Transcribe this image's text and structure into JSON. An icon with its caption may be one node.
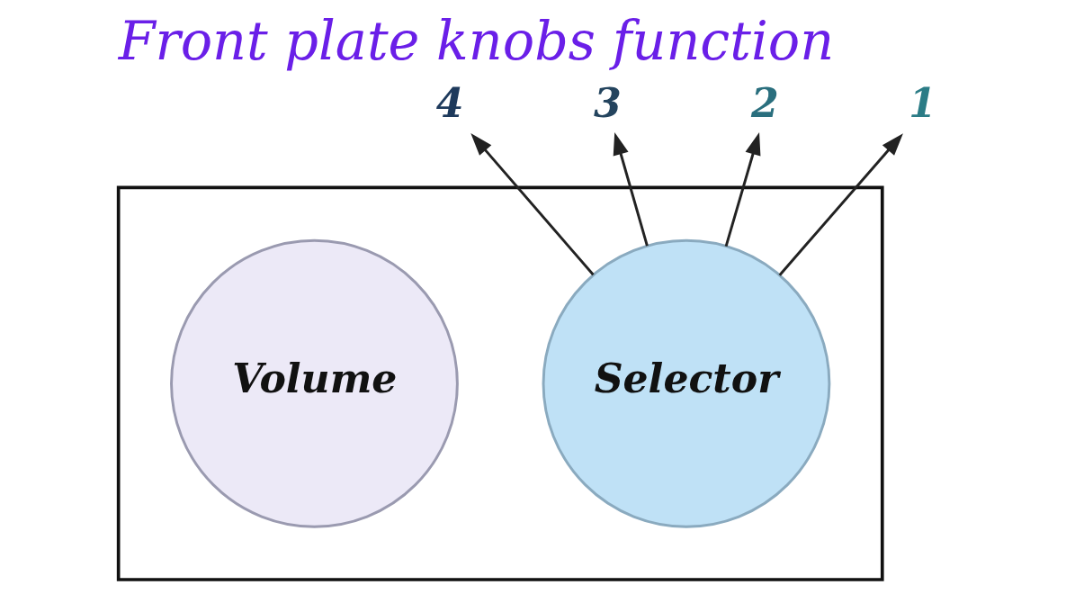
{
  "diagram": {
    "title": "Front plate knobs function",
    "nodes": [
      {
        "text": [],
        "shape": "box"
      },
      {
        "text": [
          "Volume"
        ],
        "in": 0
      },
      {
        "text": [
          "Selector"
        ],
        "in": 0
      },
      {
        "text": [
          "4"
        ]
      },
      {
        "text": [
          "3"
        ]
      },
      {
        "text": [
          "2"
        ]
      },
      {
        "text": [
          "1"
        ]
      }
    ],
    "edges": [
      {
        "from": 2,
        "to": 3,
        "arrow": "to"
      },
      {
        "from": 2,
        "to": 4,
        "arrow": "to"
      },
      {
        "from": 2,
        "to": 5,
        "arrow": "to"
      },
      {
        "from": 2,
        "to": 6,
        "arrow": "to"
      }
    ]
  }
}
